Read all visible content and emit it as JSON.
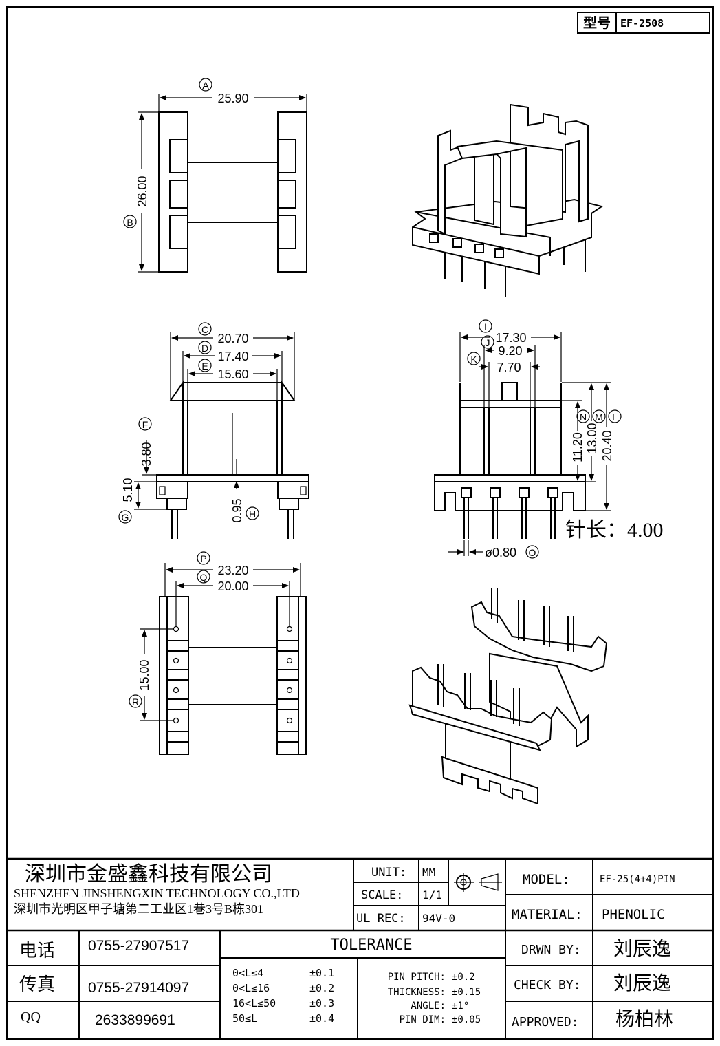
{
  "header": {
    "type_label": "型号",
    "type_value": "EF-2508"
  },
  "top_view": {
    "width": "25.90",
    "height": "26.00",
    "label_a": "A",
    "label_b": "B"
  },
  "front_view": {
    "dim_c": "20.70",
    "dim_d": "17.40",
    "dim_e": "15.60",
    "dim_f": "3.80",
    "dim_g": "5.10",
    "dim_h": "0.95",
    "label_c": "C",
    "label_d": "D",
    "label_e": "E",
    "label_f": "F",
    "label_g": "G",
    "label_h": "H"
  },
  "side_view": {
    "dim_i": "17.30",
    "dim_j": "9.20",
    "dim_k": "7.70",
    "dim_n": "11.20",
    "dim_m": "13.00",
    "dim_l": "20.40",
    "pin_dia": "ø0.80",
    "label_i": "I",
    "label_j": "J",
    "label_k": "K",
    "label_l": "L",
    "label_m": "M",
    "label_n": "N",
    "label_o": "O",
    "pin_length": "针长：4.00"
  },
  "bottom_view": {
    "dim_p": "23.20",
    "dim_q": "20.00",
    "dim_r": "15.00",
    "label_p": "P",
    "label_q": "Q",
    "label_r": "R"
  },
  "title_block": {
    "company_cn": "深圳市金盛鑫科技有限公司",
    "company_en": "SHENZHEN JINSHENGXIN TECHNOLOGY CO.,LTD",
    "address": "深圳市光明区甲子塘第二工业区1巷3号B栋301",
    "unit_label": "UNIT:",
    "unit_value": "MM",
    "scale_label": "SCALE:",
    "scale_value": "1/1",
    "ul_label": "UL REC:",
    "ul_value": "94V-0",
    "model_label": "MODEL:",
    "model_value": "EF-25(4+4)PIN",
    "material_label": "MATERIAL:",
    "material_value": "PHENOLIC",
    "phone_label": "电话",
    "phone_value": "0755-27907517",
    "fax_label": "传真",
    "fax_value": "0755-27914097",
    "qq_label": "QQ",
    "qq_value": "2633899691",
    "tolerance_title": "TOLERANCE",
    "tol_ranges": [
      "0<L≤4",
      "0<L≤16",
      "16<L≤50",
      "50≤L"
    ],
    "tol_values": [
      "±0.1",
      "±0.2",
      "±0.3",
      "±0.4"
    ],
    "pin_pitch_label": "PIN PITCH:",
    "pin_pitch_value": "±0.2",
    "thickness_label": "THICKNESS:",
    "thickness_value": "±0.15",
    "angle_label": "ANGLE:",
    "angle_value": "±1°",
    "pin_dim_label": "PIN DIM:",
    "pin_dim_value": "±0.05",
    "drawn_label": "DRWN BY:",
    "drawn_value": "刘辰逸",
    "check_label": "CHECK BY:",
    "check_value": "刘辰逸",
    "approved_label": "APPROVED:",
    "approved_value": "杨柏林"
  }
}
